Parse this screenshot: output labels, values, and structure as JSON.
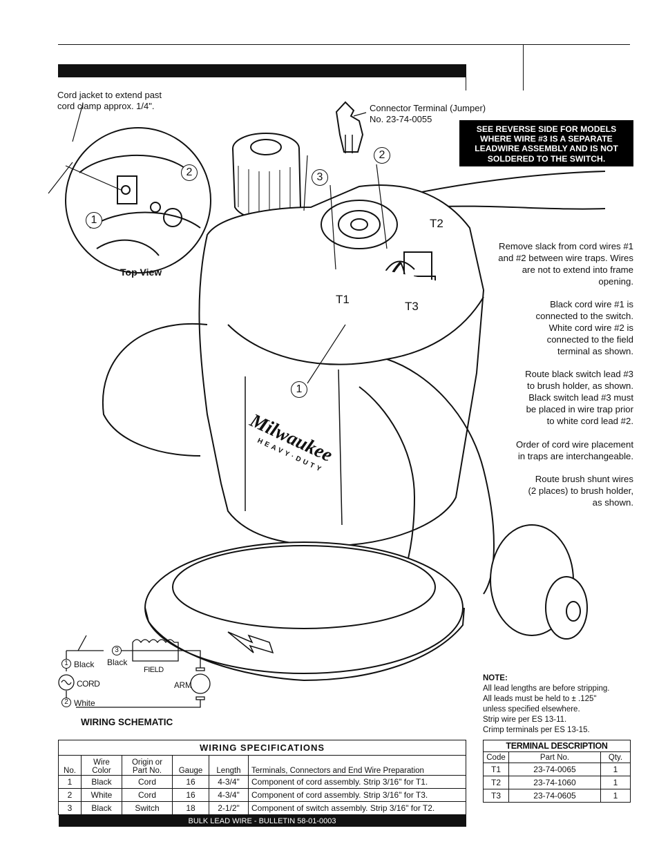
{
  "top_view_note": [
    "Cord jacket to extend past",
    "cord clamp approx. 1/4\"."
  ],
  "connector_label": [
    "Connector  Terminal  (Jumper)",
    "No.  23-74-0055"
  ],
  "callout": [
    "SEE REVERSE SIDE FOR MODELS",
    "WHERE WIRE #3 IS A SEPARATE",
    "LEADWIRE ASSEMBLY AND IS NOT",
    "SOLDERED TO THE SWITCH."
  ],
  "top_view_label": "Top View",
  "terminal_labels": {
    "t1": "T1",
    "t2": "T2",
    "t3": "T3"
  },
  "circle_numbers": {
    "one": "1",
    "two": "2",
    "three": "3"
  },
  "brand": "Milwaukee",
  "brand_sub": "HEAVY·DUTY",
  "instructions": [
    [
      "Remove slack from cord wires #1",
      "and #2 between wire traps. Wires",
      "are not to extend into frame",
      "opening."
    ],
    [
      "Black cord wire #1 is",
      "connected to the switch.",
      "White cord wire #2 is",
      "connected to  the field",
      "terminal  as  shown."
    ],
    [
      "Route black switch lead #3",
      "to brush holder, as shown.",
      "Black switch lead #3 must",
      "be placed  in wire trap prior",
      "to white cord lead #2."
    ],
    [
      "Order of cord wire placement",
      "in  traps are interchangeable."
    ],
    [
      "Route  brush shunt wires",
      "(2 places) to brush holder,",
      "as shown."
    ]
  ],
  "schematic": {
    "label_black1": "Black",
    "label_black3": "Black",
    "label_field": "FIELD",
    "label_cord": "CORD",
    "label_arm": "ARM",
    "label_white": "White",
    "title": "WIRING SCHEMATIC"
  },
  "note": {
    "title": "NOTE:",
    "lines": [
      "All lead lengths are before stripping.",
      "All leads must be held to ± .125\"",
      "unless  specified  elsewhere.",
      "Strip wire per ES 13-11.",
      "Crimp terminals per ES 13-15."
    ]
  },
  "wiring_spec": {
    "title": "WIRING  SPECIFICATIONS",
    "headers": [
      "No.",
      "Wire Color",
      "Origin or Part No.",
      "Gauge",
      "Length",
      "Terminals, Connectors and End Wire Preparation"
    ],
    "rows": [
      [
        "1",
        "Black",
        "Cord",
        "16",
        "4-3/4\"",
        "Component of cord assembly. Strip 3/16\" for T1."
      ],
      [
        "2",
        "White",
        "Cord",
        "16",
        "4-3/4\"",
        "Component of cord assembly. Strip 3/16\" for T3."
      ],
      [
        "3",
        "Black",
        "Switch",
        "18",
        "2-1/2\"",
        "Component of switch assembly. Strip 3/16\" for T2."
      ]
    ],
    "footer": "BULK LEAD WIRE - BULLETIN 58-01-0003"
  },
  "terminal_desc": {
    "title": "TERMINAL DESCRIPTION",
    "headers": [
      "Code",
      "Part No.",
      "Qty."
    ],
    "rows": [
      [
        "T1",
        "23-74-0065",
        "1"
      ],
      [
        "T2",
        "23-74-1060",
        "1"
      ],
      [
        "T3",
        "23-74-0605",
        "1"
      ]
    ]
  }
}
